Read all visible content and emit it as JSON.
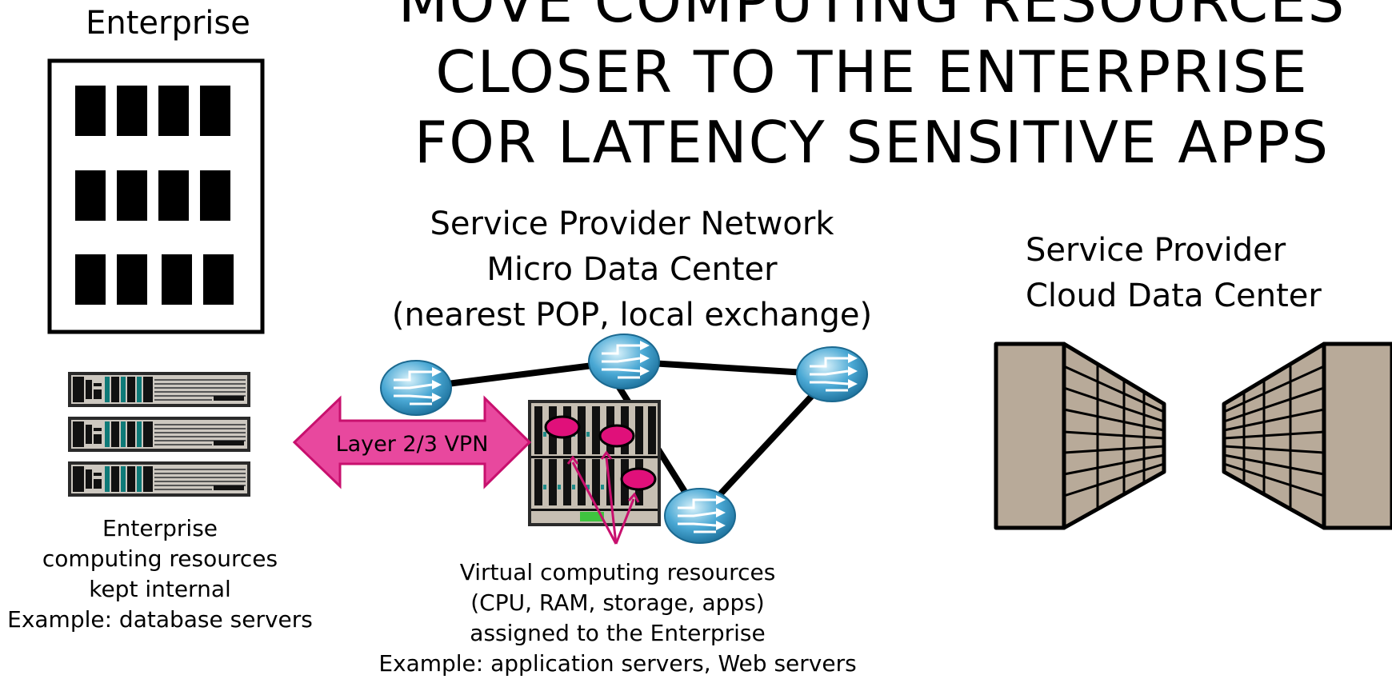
{
  "title": {
    "line1": "MOVE COMPUTING RESOURCES",
    "line2": "CLOSER TO THE ENTERPRISE",
    "line3": "FOR LATENCY SENSITIVE APPS"
  },
  "enterprise": {
    "label": "Enterprise"
  },
  "micro_dc": {
    "line1": "Service Provider Network",
    "line2": "Micro Data Center",
    "line3": "(nearest POP, local exchange)"
  },
  "cloud_dc": {
    "line1": "Service Provider",
    "line2": "Cloud Data Center"
  },
  "vpn": {
    "label": "Layer 2/3 VPN"
  },
  "enterprise_resources": {
    "line1": "Enterprise",
    "line2": "computing resources",
    "line3": "kept internal",
    "line4": "Example: database servers"
  },
  "virtual_resources": {
    "line1": "Virtual computing resources",
    "line2": "(CPU, RAM, storage, apps)",
    "line3": "assigned to the Enterprise",
    "line4": "Example: application servers, Web servers"
  },
  "colors": {
    "vpn_arrow": "#e8489e",
    "vm_marker": "#e0107a",
    "router": "#2a8fc0",
    "rack": "#b8aa99"
  }
}
